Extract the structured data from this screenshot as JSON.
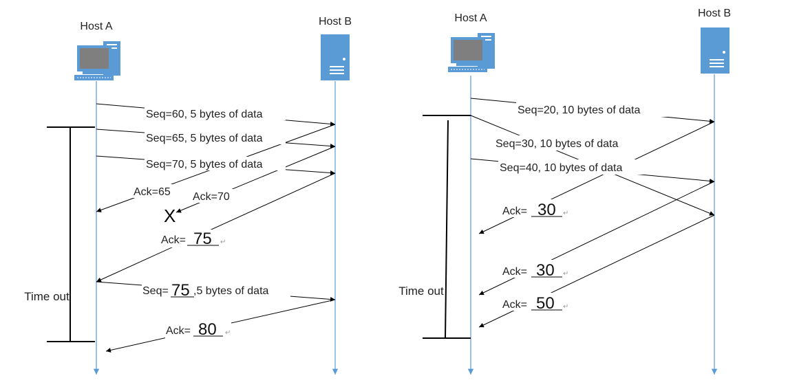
{
  "colors": {
    "timeline": "#5B9BD5",
    "arrow": "#000000",
    "pc_screen": "#7F7F7F",
    "pc_body": "#5B9BD5",
    "server": "#5B9BD5"
  },
  "left": {
    "host_a": "Host A",
    "host_b": "Host B",
    "timeout": "Time out",
    "seq1": "Seq=60, 5 bytes of data",
    "seq2": "Seq=65, 5 bytes of data",
    "seq3": "Seq=70, 5 bytes of data",
    "ack65": "Ack=65",
    "ack70": "Ack=70",
    "lost": "X",
    "ack75_prefix": "Ack=",
    "ack75_value": "75",
    "retrans_prefix": "Seq=",
    "retrans_value": "75",
    "retrans_suffix": ",5 bytes of data",
    "ack80_prefix": "Ack=",
    "ack80_value": "80",
    "para_mark": "↵"
  },
  "right": {
    "host_a": "Host A",
    "host_b": "Host B",
    "timeout": "Time out",
    "seq1": "Seq=20, 10 bytes of data",
    "seq2": "Seq=30, 10 bytes of data",
    "seq3": "Seq=40, 10 bytes of data",
    "ack_prefix": "Ack=",
    "ack1_value": "30",
    "ack2_value": "30",
    "ack3_value": "50",
    "para_mark": "↵"
  }
}
